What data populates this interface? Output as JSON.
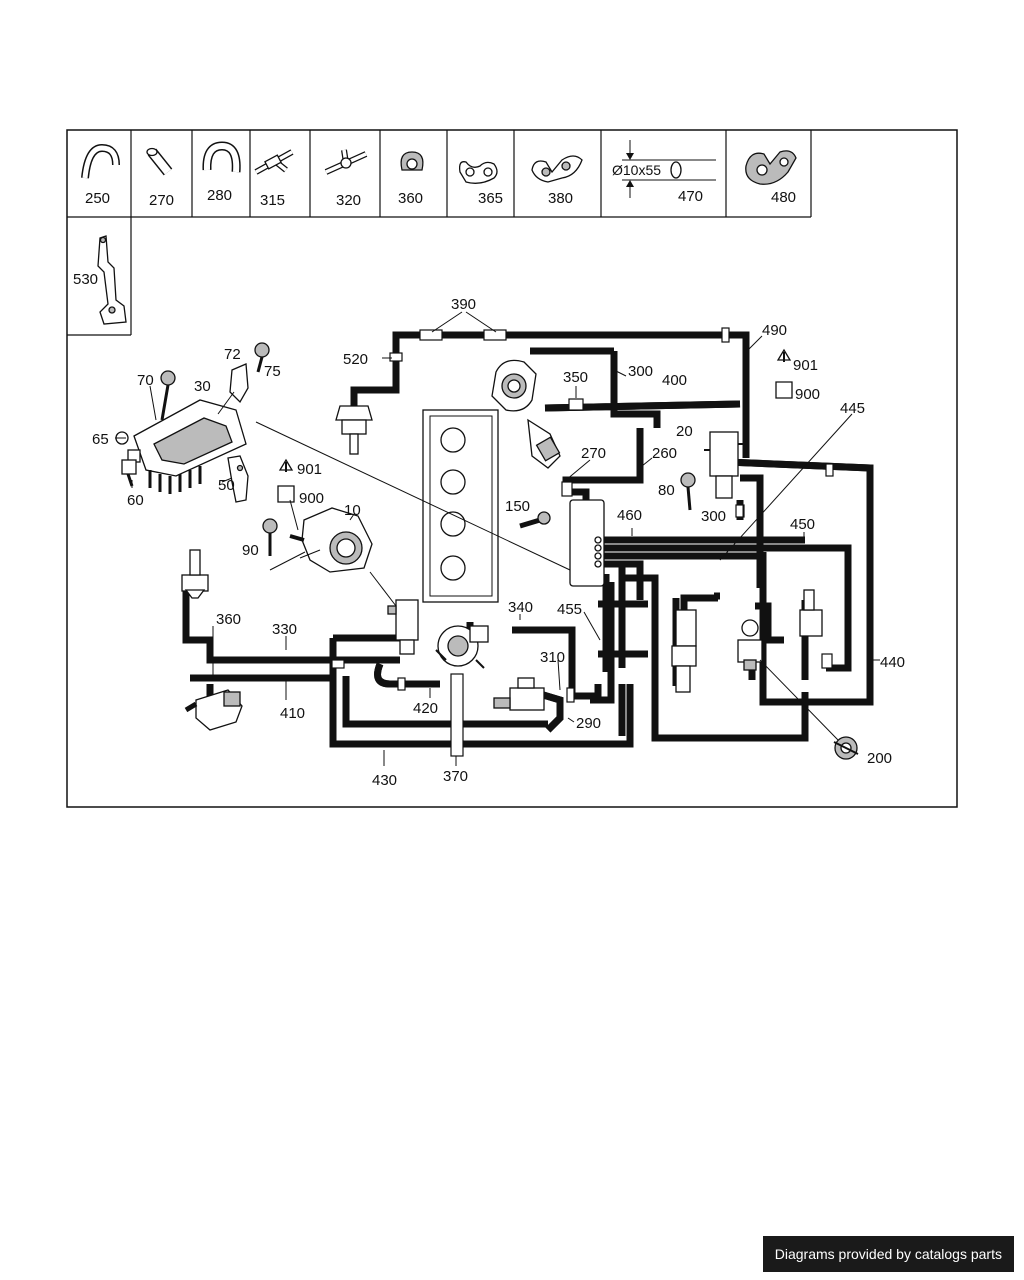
{
  "legend_parts": [
    {
      "id": "p250",
      "label": "250",
      "icon": "hose-bend-icon"
    },
    {
      "id": "p270",
      "label": "270",
      "icon": "hose-sleeve-icon"
    },
    {
      "id": "p280",
      "label": "280",
      "icon": "hose-elbow-icon"
    },
    {
      "id": "p315",
      "label": "315",
      "icon": "y-connector-icon"
    },
    {
      "id": "p320",
      "label": "320",
      "icon": "t-connector-icon"
    },
    {
      "id": "p360",
      "label": "360",
      "icon": "clip-icon"
    },
    {
      "id": "p365",
      "label": "365",
      "icon": "double-clip-icon"
    },
    {
      "id": "p380",
      "label": "380",
      "icon": "bracket-clip-icon"
    },
    {
      "id": "p470",
      "label": "470",
      "icon": "hose-dimension-icon",
      "dimension": "Ø10x55"
    },
    {
      "id": "p480",
      "label": "480",
      "icon": "holder-clip-icon"
    },
    {
      "id": "p530",
      "label": "530",
      "icon": "mounting-bracket-icon"
    }
  ],
  "callouts": {
    "c10": "10",
    "c20": "20",
    "c30": "30",
    "c50": "50",
    "c60": "60",
    "c65": "65",
    "c70": "70",
    "c72": "72",
    "c75": "75",
    "c80": "80",
    "c90": "90",
    "c150": "150",
    "c200": "200",
    "c260": "260",
    "c270": "270",
    "c290": "290",
    "c300a": "300",
    "c300b": "300",
    "c310": "310",
    "c330": "330",
    "c340": "340",
    "c350": "350",
    "c360": "360",
    "c370": "370",
    "c390": "390",
    "c400": "400",
    "c410": "410",
    "c420": "420",
    "c430": "430",
    "c440": "440",
    "c445": "445",
    "c450": "450",
    "c455": "455",
    "c460": "460",
    "c490": "490",
    "c520": "520",
    "c900a": "900",
    "c901a": "901",
    "c900b": "900",
    "c901b": "901"
  },
  "footer": {
    "text": "Diagrams provided by catalogs parts"
  }
}
